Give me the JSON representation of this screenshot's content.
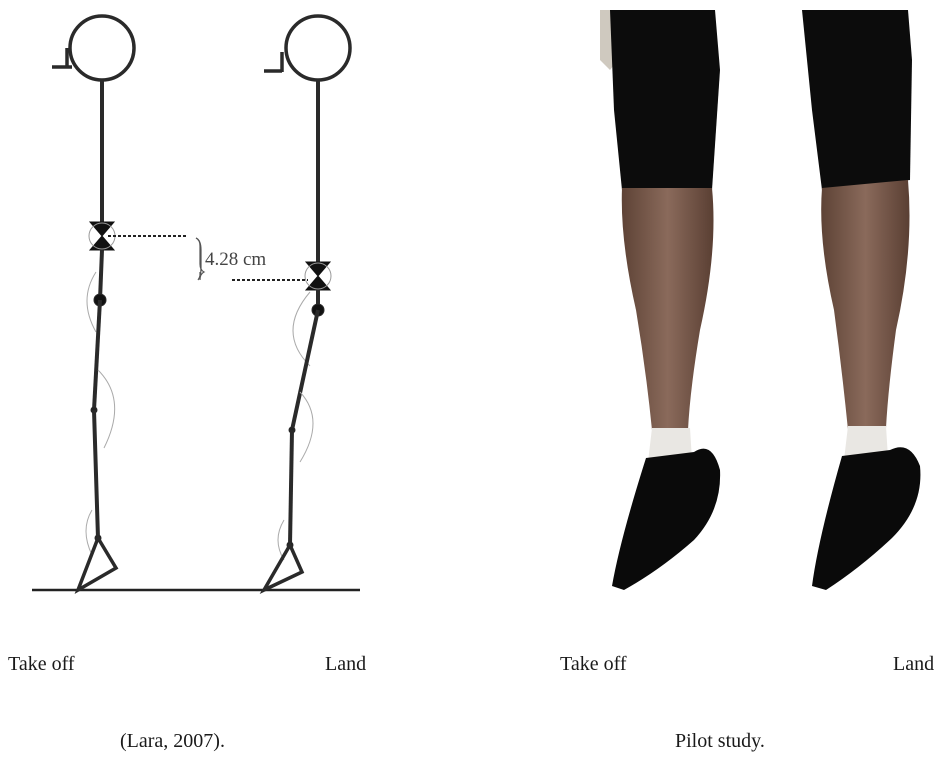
{
  "figure": {
    "measurement": "4.28 cm",
    "left_panel": {
      "takeoff_label": "Take off",
      "land_label": "Land",
      "caption": "(Lara, 2007)."
    },
    "right_panel": {
      "takeoff_label": "Take off",
      "land_label": "Land",
      "caption": "Pilot study."
    }
  }
}
